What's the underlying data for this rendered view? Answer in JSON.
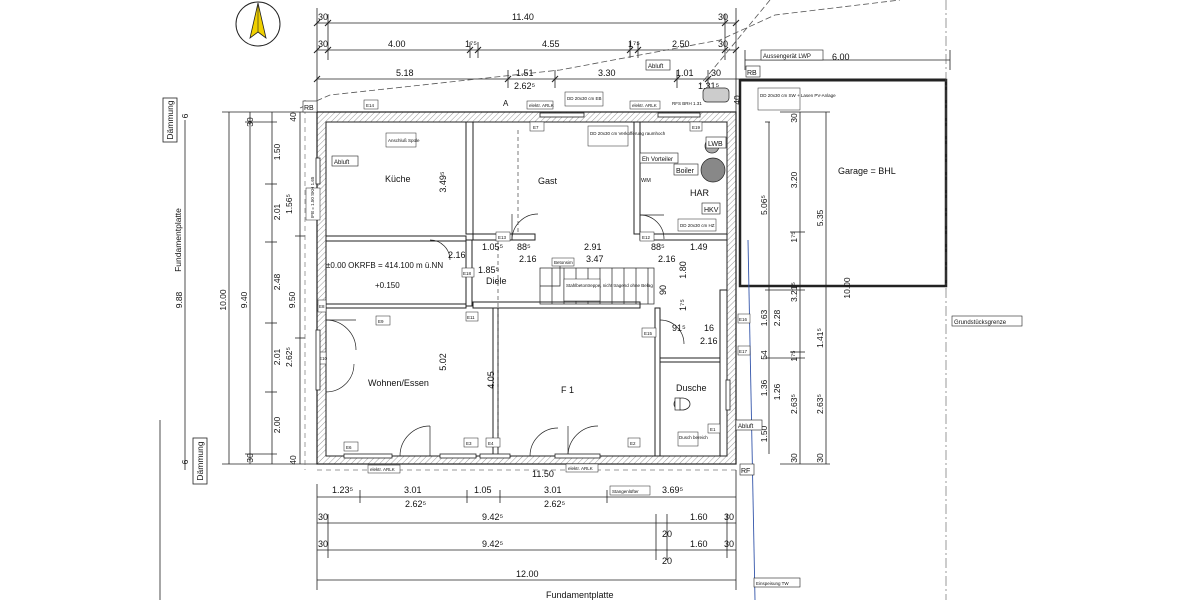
{
  "rooms": {
    "kueche": "Küche",
    "gast": "Gast",
    "har": "HAR",
    "diele": "Diele",
    "wohnen": "Wohnen/Essen",
    "f1": "F 1",
    "dusche": "Dusche",
    "garage": "Garage = BHL"
  },
  "labels": {
    "daemmung_top": "Dämmung",
    "daemmung_bottom": "Dämmung",
    "fundamentplatte": "Fundamentplatte",
    "fundamentplatte_bottom": "Fundamentplatte",
    "aussengeraet": "Aussengerät LWP",
    "grundstuecksgrenze": "Grundstücksgrenze",
    "einspeisung": "Einspeisung TW",
    "okrfb": "±0.00 OKRFB = 414.100 m ü.NN",
    "plus150": "+0.150",
    "abluft_top": "Abluft",
    "abluft_kueche": "Abluft",
    "abluft_right": "Abluft",
    "lwb": "LWB",
    "boiler": "Boiler",
    "eh_vorteiler": "Eh Vorteiler",
    "hkv": "HKV",
    "wm": "WM",
    "rb_left": "RB",
    "rb_right": "RB",
    "rf_bottom": "RF",
    "a_marker": "A",
    "anschluss_spuele": "Anschluß Spüle",
    "dd_gast": "DD 20x30 cm Verkofferung raumhoch",
    "dd_top": "DD 20x30 cm EB",
    "dd_har": "DD 20x30 cm SW + Lasen PV-Anlage",
    "dd_hz": "DD 20x30 cm HZ",
    "rfs": "RFS BRH 1.31",
    "elektr_top1": "elektr. ARLK",
    "elektr_top2": "elektr. ARLK",
    "elektr_bottom1": "elektr. ARLK",
    "elektr_bottom2": "elektr. ARLK",
    "stangenluefter": "Stangenlüfter",
    "betonsim": "Betonsim",
    "stair_note": "Stahlbetontreppe, nicht tragend ohne Belag",
    "dusch_note": "Dusch bereich",
    "gp_box": "IFB = 1.50 SKH 1.65",
    "e14": "E14",
    "e1": "E1",
    "e2": "E2",
    "e3": "E3",
    "e4": "E4",
    "e6": "E6",
    "e7": "E7",
    "e8": "E8",
    "e9": "E9",
    "e10": "E10",
    "e11": "E11",
    "e12": "E12",
    "e13": "E13",
    "e15": "E15",
    "e16": "E16",
    "e17": "E17",
    "e18": "E18",
    "e19": "E19"
  },
  "dimensions": {
    "top": {
      "r1": [
        "30",
        "11.40",
        "30"
      ],
      "r2": [
        "30",
        "4.00",
        "1⁷⁵",
        "4.55",
        "1⁷⁵",
        "2.50",
        "30"
      ],
      "r3": [
        "5.18",
        "1.51",
        "3.30",
        "1.01",
        "30"
      ],
      "r3b": [
        "2.62⁵",
        "1.31⁵"
      ],
      "garage": "6.00"
    },
    "bottom": {
      "r1a": [
        "1.23⁵",
        "3.01",
        "1.05",
        "3.01",
        "3.69⁵"
      ],
      "r1b": [
        "2.62⁵",
        "2.62⁵"
      ],
      "r2": [
        "30",
        "9.42⁵",
        "1.60",
        "30"
      ],
      "r2b": "20",
      "r3": [
        "30",
        "9.42⁵",
        "1.60",
        "30"
      ],
      "r3b": "20",
      "total": "12.00",
      "inside": "11.50",
      "stair": "2.16"
    },
    "left": {
      "outer": "9.88",
      "full": "10.00",
      "inner": "9.40",
      "rooms": "9.50",
      "segs": [
        "1.50",
        "2.01",
        "2.48",
        "2.01",
        "2.00"
      ],
      "segs_small": [
        "1.56⁵",
        "2.62⁵"
      ],
      "ends": [
        "30",
        "30",
        "40",
        "40",
        "6",
        "6"
      ]
    },
    "interior": {
      "kueche_h": "3.49⁵",
      "wohnen_h": "5.02",
      "f1_h": "4.05",
      "diele_w": "1.85⁵",
      "diele_h": "2.16",
      "mid_row": [
        "1.05⁵",
        "88⁵",
        "2.91",
        "88⁵",
        "1.49"
      ],
      "stair_w": "3.47",
      "stair_h": "2.16",
      "stair_r": "1.80",
      "stair_v": "90",
      "v2": "1⁷⁵",
      "du1": "91⁵",
      "du2": "16",
      "du3": "2.16"
    },
    "right": {
      "a": [
        "40",
        "30",
        "5.06⁵",
        "3.20",
        "1⁷⁵",
        "3.21⁵",
        "1.63",
        "2.28",
        "54",
        "1.36",
        "1⁷⁵",
        "1.26",
        "2.63⁵",
        "1.50",
        "30",
        "30"
      ],
      "b": [
        "5.35",
        "10.00",
        "1.41⁵",
        "2.63⁵"
      ]
    }
  }
}
